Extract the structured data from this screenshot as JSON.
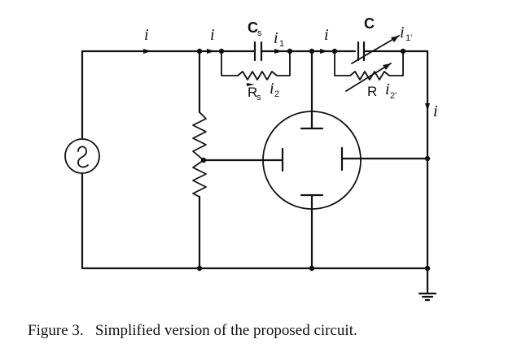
{
  "figure": {
    "caption_label": "Figure 3.",
    "caption_text": "Simplified version of the proposed circuit."
  },
  "labels": {
    "current_i": "i",
    "current_i1": "i",
    "current_i1_sub": "1",
    "current_i2": "i",
    "current_i2_sub": "2",
    "current_i1p": "i",
    "current_i1p_sub": "1'",
    "current_i2p": "i",
    "current_i2p_sub": "2'",
    "capacitor_Cs": "C",
    "capacitor_Cs_sub": "s",
    "capacitor_C": "C",
    "resistor_Rs": "R",
    "resistor_Rs_sub": "s",
    "resistor_R": "R"
  },
  "components": [
    {
      "id": "ac-source",
      "type": "AC voltage source"
    },
    {
      "id": "potentiometer",
      "type": "potentiometer"
    },
    {
      "id": "Cs",
      "type": "capacitor",
      "label": "Cs"
    },
    {
      "id": "Rs",
      "type": "resistor",
      "label": "Rs"
    },
    {
      "id": "C",
      "type": "variable capacitor",
      "label": "C"
    },
    {
      "id": "R",
      "type": "variable resistor",
      "label": "R"
    },
    {
      "id": "crt",
      "type": "cathode-ray tube with deflection plates"
    },
    {
      "id": "ground",
      "type": "ground"
    }
  ]
}
